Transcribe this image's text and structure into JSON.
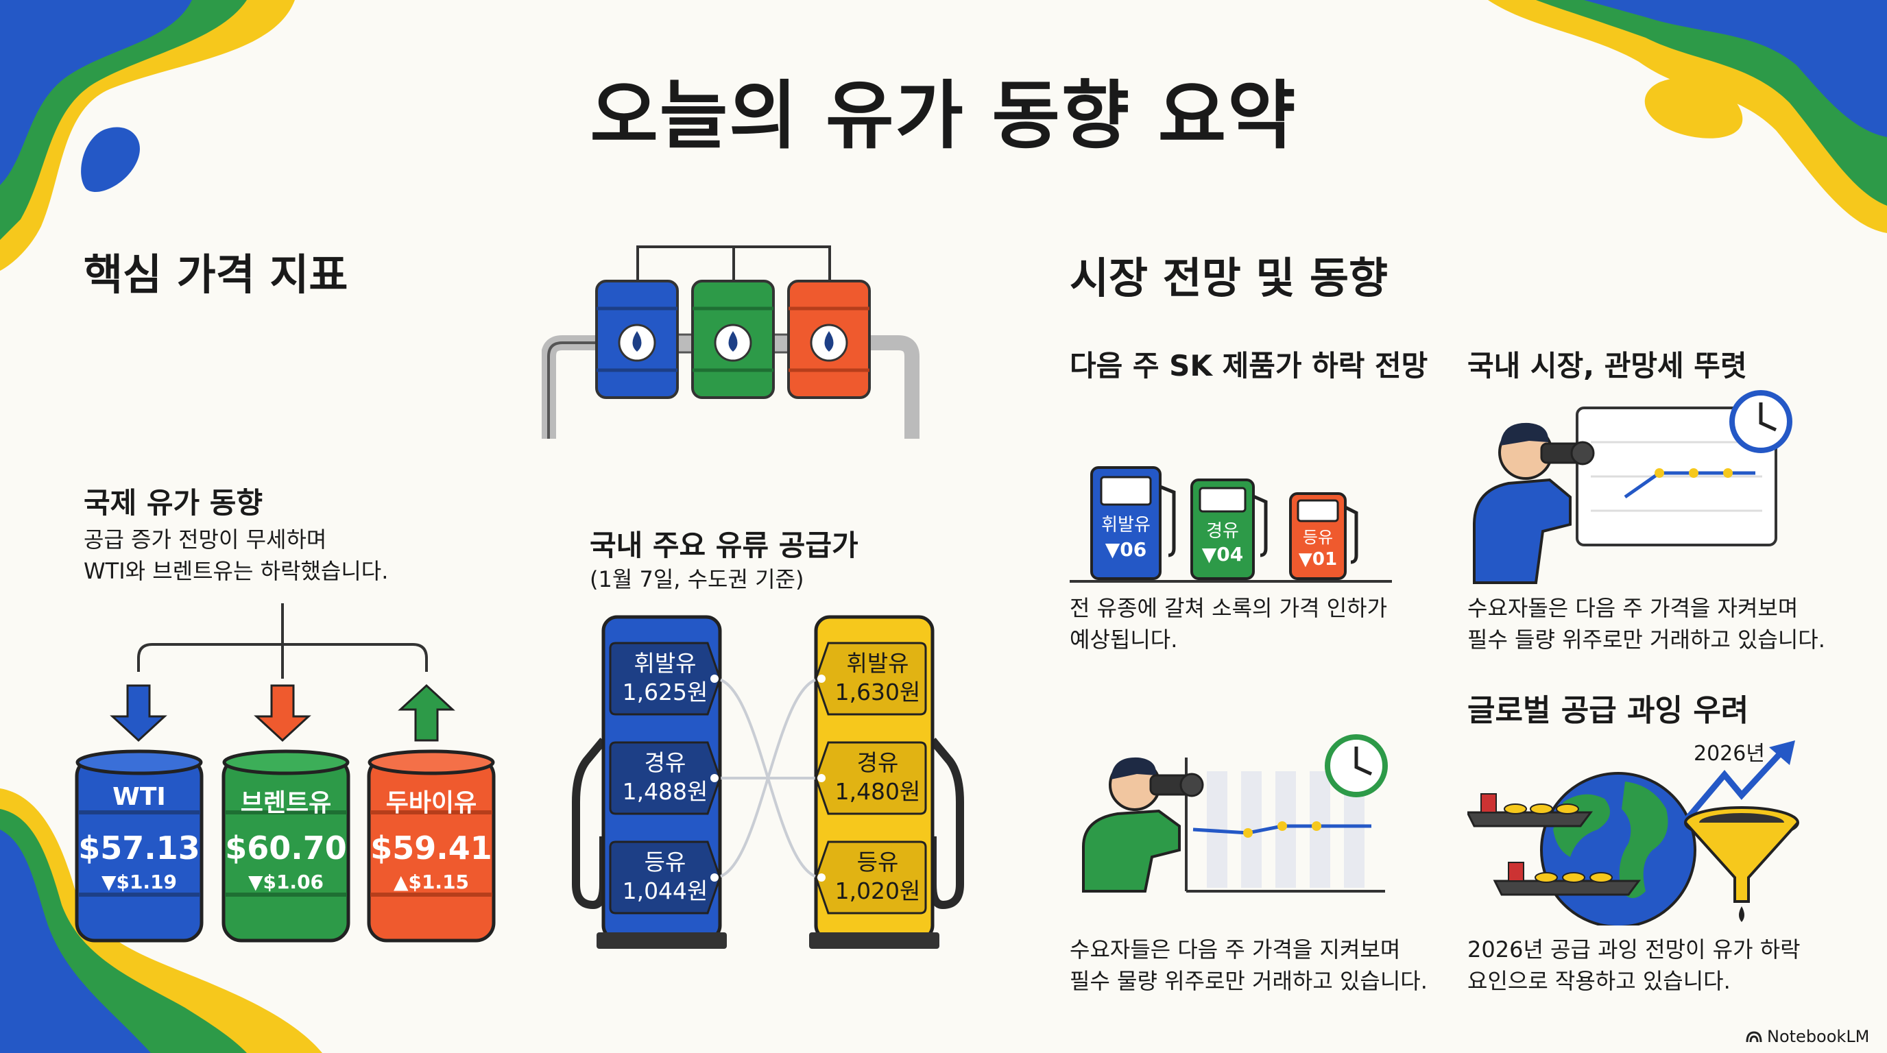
{
  "title": "오늘의 유가 동향 요약",
  "sections": {
    "key_price": "핵심 가격 지표",
    "market": "시장 전망 및 동향"
  },
  "intl": {
    "heading": "국제 유가 동향",
    "desc_line1": "공급 증가 전망이 무세하며",
    "desc_line2": "WTI와 브렌트유는 하락했습니다.",
    "barrels": [
      {
        "name": "WTI",
        "price": "$57.13",
        "change": "▼$1.19",
        "color": "#2458c6",
        "direction": "down"
      },
      {
        "name": "브렌트유",
        "price": "$60.70",
        "change": "▼$1.06",
        "color": "#2d9a48",
        "direction": "down"
      },
      {
        "name": "두바이유",
        "price": "$59.41",
        "change": "▲$1.15",
        "color": "#ef5a2e",
        "direction": "up"
      }
    ]
  },
  "domestic": {
    "heading": "국내 주요 유류 공급가",
    "subheading": "(1월 7일, 수도권 기준)",
    "left_pump": [
      {
        "fuel": "휘발유",
        "price": "1,625원"
      },
      {
        "fuel": "경유",
        "price": "1,488원"
      },
      {
        "fuel": "등유",
        "price": "1,044원"
      }
    ],
    "right_pump": [
      {
        "fuel": "휘발유",
        "price": "1,630원"
      },
      {
        "fuel": "경유",
        "price": "1,480원"
      },
      {
        "fuel": "등유",
        "price": "1,020원"
      }
    ]
  },
  "sk": {
    "heading": "다음 주 SK 제품가 하락 전망",
    "pumps": [
      {
        "fuel": "휘발유",
        "change": "▼06",
        "color": "#2458c6"
      },
      {
        "fuel": "경유",
        "change": "▼04",
        "color": "#2d9a48"
      },
      {
        "fuel": "등유",
        "change": "▼01",
        "color": "#ef5a2e"
      }
    ],
    "desc_line1": "전 유종에 갈쳐 소록의 가격 인하가",
    "desc_line2": "예상됩니다."
  },
  "watch": {
    "heading": "국내 시장, 관망세 뚜렷",
    "desc_line1": "수요자돌은 다음 주 가격을 자켜보며",
    "desc_line2": "필수 들량 위주로만 거래하고 있습니다."
  },
  "bottom_watch": {
    "desc_line1": "수요자들은 다음 주 가격을 지켜보며",
    "desc_line2": "필수 물량 위주로만 거래하고 있습니다."
  },
  "glut": {
    "heading": "글로벌 공급 과잉 우려",
    "year_label": "2026년",
    "desc_line1": "2026년 공급 과잉 전망이 유가 하락",
    "desc_line2": "요인으로 작용하고 있습니다."
  },
  "brand": "NotebookLM",
  "colors": {
    "blue": "#2458c6",
    "green": "#2d9a48",
    "orange": "#ef5a2e",
    "yellow": "#f6c81c",
    "navy": "#1d3f86"
  }
}
